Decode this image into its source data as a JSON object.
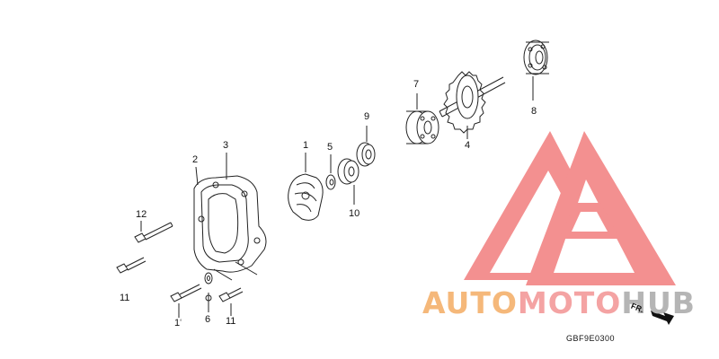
{
  "callouts": {
    "c1": "1",
    "c2": "2",
    "c3": "3",
    "c4": "4",
    "c5": "5",
    "c6": "6",
    "c7": "7",
    "c8": "8",
    "c9": "9",
    "c10": "10",
    "c11a": "11",
    "c11b": "11",
    "c12": "12",
    "c1b": "1"
  },
  "diagram_code": "GBF9E0300",
  "direction_label": "FR.",
  "watermark": {
    "part1": "AUTO",
    "part2": "MOTO",
    "part3": "HUB",
    "colors": {
      "part1": "#f5b87a",
      "part2": "#f4a3a3",
      "part3": "#b5b5b5",
      "logo": "#ef6b6b"
    }
  }
}
